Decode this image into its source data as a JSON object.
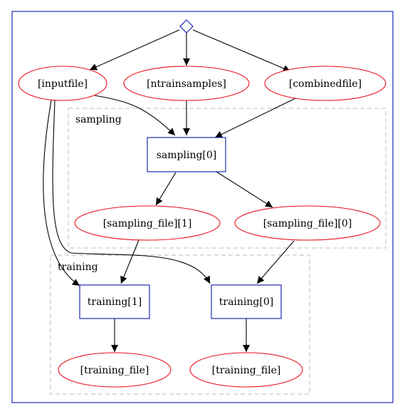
{
  "graph": {
    "colors": {
      "frame": "#1f2ab8",
      "file_node_outline": "#e8101a",
      "task_node_outline": "#1f2ab8",
      "cluster_outline": "#bdbdbd",
      "edge": "#000000"
    },
    "root_node": {
      "shape": "diamond"
    },
    "clusters": {
      "sampling": {
        "label": "sampling"
      },
      "training": {
        "label": "training"
      }
    },
    "nodes": {
      "inputfile": "[inputfile]",
      "ntrainsamples": "[ntrainsamples]",
      "combinedfile": "[combinedfile]",
      "sampling_0": "sampling[0]",
      "sampling_file_1": "[sampling_file][1]",
      "sampling_file_0": "[sampling_file][0]",
      "training_1": "training[1]",
      "training_0": "training[0]",
      "training_file_1": "[training_file]",
      "training_file_0": "[training_file]"
    },
    "edges": [
      {
        "from": "root",
        "to": "inputfile"
      },
      {
        "from": "root",
        "to": "ntrainsamples"
      },
      {
        "from": "root",
        "to": "combinedfile"
      },
      {
        "from": "inputfile",
        "to": "sampling_0"
      },
      {
        "from": "ntrainsamples",
        "to": "sampling_0"
      },
      {
        "from": "combinedfile",
        "to": "sampling_0"
      },
      {
        "from": "sampling_0",
        "to": "sampling_file_1"
      },
      {
        "from": "sampling_0",
        "to": "sampling_file_0"
      },
      {
        "from": "inputfile",
        "to": "training_1"
      },
      {
        "from": "inputfile",
        "to": "training_0"
      },
      {
        "from": "sampling_file_1",
        "to": "training_1"
      },
      {
        "from": "sampling_file_0",
        "to": "training_0"
      },
      {
        "from": "training_1",
        "to": "training_file_1"
      },
      {
        "from": "training_0",
        "to": "training_file_0"
      }
    ]
  }
}
